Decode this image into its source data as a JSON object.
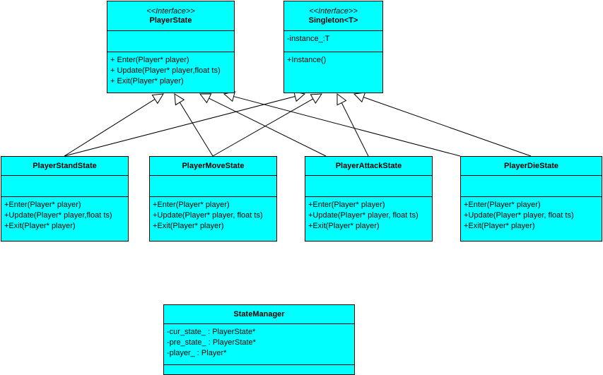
{
  "classes": {
    "player_state": {
      "stereotype": "<<Interface>>",
      "name": "PlayerState",
      "attributes": [],
      "operations": [
        "+ Enter(Player* player)",
        "+ Update(Player* player,float ts)",
        "+ Exit(Player* player)"
      ]
    },
    "singleton": {
      "stereotype": "<<Interface>>",
      "name": "Singleton<T>",
      "attributes": [
        "-instance_:T"
      ],
      "operations": [
        "+Instance()"
      ]
    },
    "stand": {
      "name": "PlayerStandState",
      "attributes": [],
      "operations": [
        "+Enter(Player* player)",
        "+Update(Player* player,float ts)",
        "+Exit(Player* player)"
      ]
    },
    "move": {
      "name": "PlayerMoveState",
      "attributes": [],
      "operations": [
        "+Enter(Player* player)",
        "+Update(Player* player, float ts)",
        "+Exit(Player* player)"
      ]
    },
    "attack": {
      "name": "PlayerAttackState",
      "attributes": [],
      "operations": [
        "+Enter(Player* player)",
        "+Update(Player* player, float ts)",
        "+Exit(Player* player)"
      ]
    },
    "die": {
      "name": "PlayerDieState",
      "attributes": [],
      "operations": [
        "+Enter(Player* player)",
        "+Update(Player* player, float ts)",
        "+Exit(Player* player)"
      ]
    },
    "state_manager": {
      "name": "StateManager",
      "attributes": [
        "-cur_state_ : PlayerState*",
        "-pre_state_ : PlayerState*",
        "-player_ : Player*"
      ],
      "operations": []
    }
  },
  "relations": [
    {
      "from": "PlayerStandState",
      "to": "PlayerState",
      "type": "realization"
    },
    {
      "from": "PlayerMoveState",
      "to": "PlayerState",
      "type": "realization"
    },
    {
      "from": "PlayerAttackState",
      "to": "PlayerState",
      "type": "realization"
    },
    {
      "from": "PlayerDieState",
      "to": "PlayerState",
      "type": "realization"
    },
    {
      "from": "PlayerStandState",
      "to": "Singleton<T>",
      "type": "realization"
    },
    {
      "from": "PlayerMoveState",
      "to": "Singleton<T>",
      "type": "realization"
    },
    {
      "from": "PlayerAttackState",
      "to": "Singleton<T>",
      "type": "realization"
    },
    {
      "from": "PlayerDieState",
      "to": "Singleton<T>",
      "type": "realization"
    }
  ],
  "colors": {
    "class_fill": "#00ffff",
    "stroke": "#000000",
    "background": "#ffffff"
  }
}
